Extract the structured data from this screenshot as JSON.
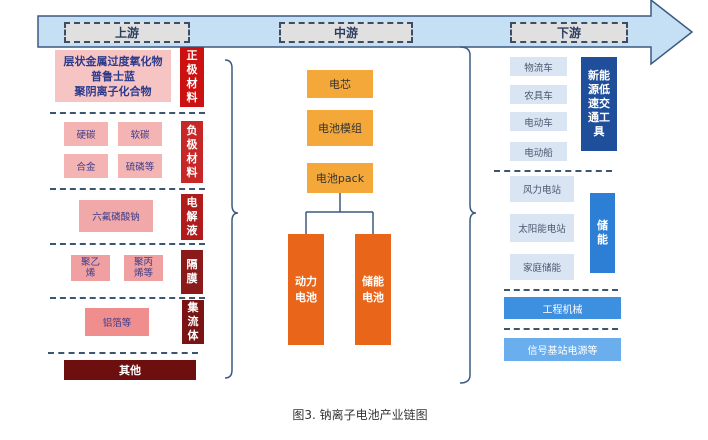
{
  "header": {
    "upstream": "上游",
    "midstream": "中游",
    "downstream": "下游"
  },
  "upstream": {
    "cathode": {
      "category": [
        "正",
        "极",
        "材",
        "料"
      ],
      "items": [
        "层状金属过度氧化物",
        "普鲁士蓝",
        "聚阴离子化合物"
      ]
    },
    "anode": {
      "category": [
        "负",
        "极",
        "材",
        "料"
      ],
      "items": [
        "硬碳",
        "软碳",
        "合金",
        "硫磷等"
      ]
    },
    "electrolyte": {
      "category": [
        "电",
        "解",
        "液"
      ],
      "items": [
        "六氟磷酸钠"
      ]
    },
    "separator": {
      "category": [
        "隔",
        "膜"
      ],
      "items": [
        "聚乙烯",
        "聚丙烯等"
      ],
      "item_lines": [
        [
          "聚乙",
          "烯"
        ],
        [
          "聚丙",
          "烯等"
        ]
      ]
    },
    "collector": {
      "category": [
        "集",
        "流",
        "体"
      ],
      "items": [
        "铝箔等"
      ]
    },
    "other": "其他"
  },
  "midstream": {
    "cell": "电芯",
    "module": "电池模组",
    "pack": "电池pack",
    "power_battery": [
      "动力",
      "电池"
    ],
    "storage_battery": [
      "储能",
      "电池"
    ]
  },
  "downstream": {
    "transport": {
      "category": [
        "新能",
        "源低",
        "速交",
        "通工",
        "具"
      ],
      "items": [
        "物流车",
        "农具车",
        "电动车",
        "电动船"
      ]
    },
    "storage": {
      "category": [
        "储",
        "能"
      ],
      "items": [
        "风力电站",
        "太阳能电站",
        "家庭储能"
      ]
    },
    "machinery": "工程机械",
    "base_station": "信号基站电源等"
  },
  "caption": "图3. 钠离子电池产业链图",
  "colors": {
    "arrow_fill": "#c5dff5",
    "arrow_stroke": "#3c5a80",
    "cathode": "#cc1111",
    "anode": "#c62828",
    "electrolyte": "#b01c1c",
    "separator": "#8b1a1a",
    "collector": "#7a1414",
    "other": "#6e0f0f",
    "transport": "#1f4e9a",
    "storage": "#2d7fd6",
    "machinery": "#3d8fe0",
    "base_station": "#6aaeed"
  }
}
